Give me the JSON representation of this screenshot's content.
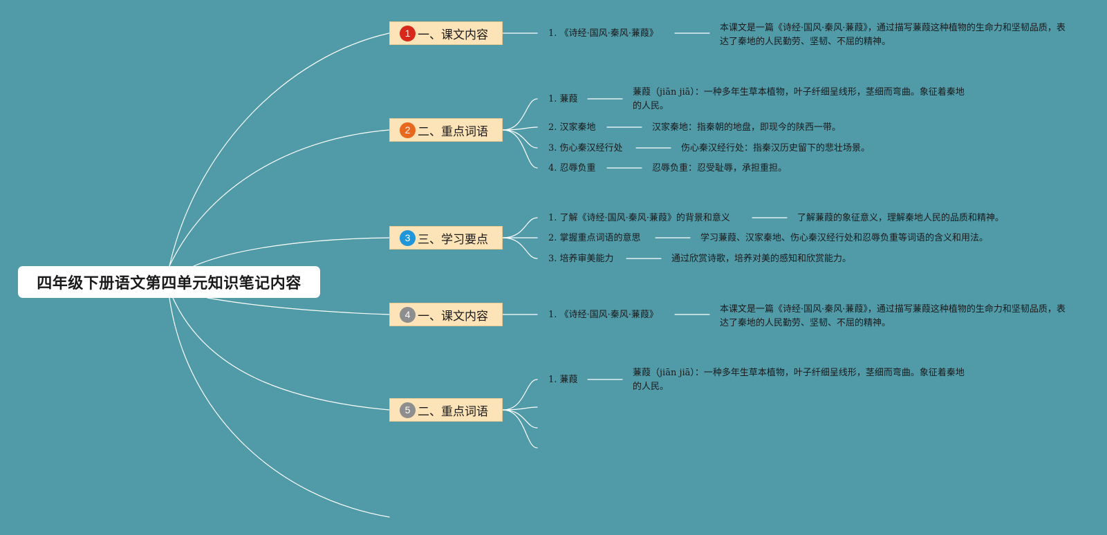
{
  "root": {
    "title": "四年级下册语文第四单元知识笔记内容"
  },
  "branches": [
    {
      "number": "1",
      "label": "一、课文内容",
      "badge_color": "#d7291b",
      "items": [
        {
          "label": "1. 《诗经·国风·秦风·蒹葭》",
          "desc": "本课文是一篇《诗经·国风·秦风·蒹葭》，通过描写蒹葭这种植物的生命力和坚韧品质，表达了秦地的人民勤劳、坚韧、不屈的精神。"
        }
      ]
    },
    {
      "number": "2",
      "label": "二、重点词语",
      "badge_color": "#e8691d",
      "items": [
        {
          "label": "1. 蒹葭",
          "desc": "蒹葭（jiān jiā）：一种多年生草本植物，叶子纤细呈线形，茎细而弯曲。象征着秦地的人民。"
        },
        {
          "label": "2. 汉家秦地",
          "desc": "汉家秦地：指秦朝的地盘，即现今的陕西一带。"
        },
        {
          "label": "3. 伤心秦汉经行处",
          "desc": "伤心秦汉经行处：指秦汉历史留下的悲壮场景。"
        },
        {
          "label": "4. 忍辱负重",
          "desc": "忍辱负重：忍受耻辱，承担重担。"
        }
      ]
    },
    {
      "number": "3",
      "label": "三、学习要点",
      "badge_color": "#1f96d8",
      "items": [
        {
          "label": "1. 了解《诗经·国风·秦风·蒹葭》的背景和意义",
          "desc": "了解蒹葭的象征意义，理解秦地人民的品质和精神。"
        },
        {
          "label": "2. 掌握重点词语的意思",
          "desc": "学习蒹葭、汉家秦地、伤心秦汉经行处和忍辱负重等词语的含义和用法。"
        },
        {
          "label": "3. 培养审美能力",
          "desc": "通过欣赏诗歌，培养对美的感知和欣赏能力。"
        }
      ]
    },
    {
      "number": "4",
      "label": "一、课文内容",
      "badge_color": "#8e8e8e",
      "items": [
        {
          "label": "1. 《诗经·国风·秦风·蒹葭》",
          "desc": "本课文是一篇《诗经·国风·秦风·蒹葭》，通过描写蒹葭这种植物的生命力和坚韧品质，表达了秦地的人民勤劳、坚韧、不屈的精神。"
        }
      ]
    },
    {
      "number": "5",
      "label": "二、重点词语",
      "badge_color": "#8e8e8e",
      "items": [
        {
          "label": "1. 蒹葭",
          "desc": "蒹葭（jiān jiā）：一种多年生草本植物，叶子纤细呈线形，茎细而弯曲。象征着秦地的人民。"
        }
      ]
    }
  ]
}
